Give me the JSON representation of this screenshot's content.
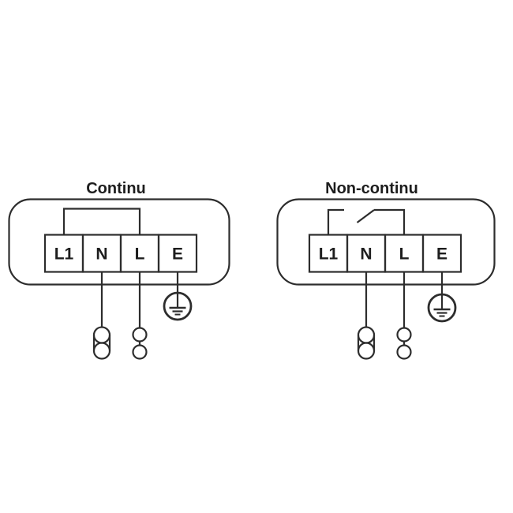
{
  "colors": {
    "line": "#2d2d2d",
    "text": "#1d1d1d",
    "background": "#ffffff"
  },
  "diagrams": [
    {
      "title": "Continu",
      "link_between_l1_and_l": "closed-jumper",
      "terminals": [
        {
          "label": "L1"
        },
        {
          "label": "N"
        },
        {
          "label": "L"
        },
        {
          "label": "E"
        }
      ]
    },
    {
      "title": "Non-continu",
      "link_between_l1_and_l": "open-switch",
      "terminals": [
        {
          "label": "L1"
        },
        {
          "label": "N"
        },
        {
          "label": "L"
        },
        {
          "label": "E"
        }
      ]
    }
  ]
}
